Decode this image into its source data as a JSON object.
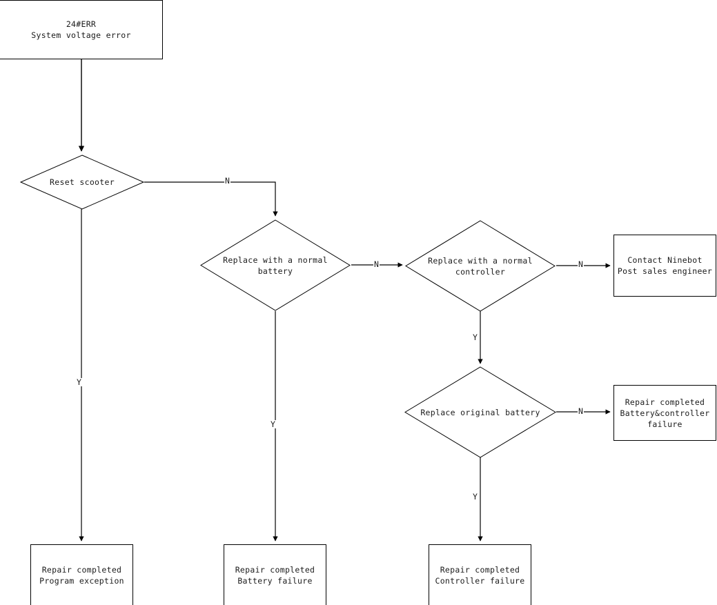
{
  "diagram": {
    "type": "flowchart",
    "title_node": "24#ERR",
    "nodes": [
      {
        "id": "err",
        "shape": "box",
        "text": "24#ERR\nSystem voltage error"
      },
      {
        "id": "reset",
        "shape": "diamond",
        "text": "Reset scooter"
      },
      {
        "id": "new_battery",
        "shape": "diamond",
        "text": "Replace with a normal\nbattery"
      },
      {
        "id": "new_controller",
        "shape": "diamond",
        "text": "Replace with a normal\ncontroller"
      },
      {
        "id": "orig_battery",
        "shape": "diamond",
        "text": "Replace original battery"
      },
      {
        "id": "contact",
        "shape": "box",
        "text": "Contact Ninebot\nPost sales engineer"
      },
      {
        "id": "batt_ctrl_failure",
        "shape": "box",
        "text": "Repair completed\nBattery&controller\nfailure"
      },
      {
        "id": "program_exception",
        "shape": "box",
        "text": "Repair completed\nProgram exception"
      },
      {
        "id": "battery_failure",
        "shape": "box",
        "text": "Repair completed\nBattery failure"
      },
      {
        "id": "controller_failure",
        "shape": "box",
        "text": "Repair completed\nController failure"
      }
    ],
    "edge_labels": {
      "reset_no": "N",
      "reset_yes": "Y",
      "new_battery_no": "N",
      "new_battery_yes": "Y",
      "new_controller_no": "N",
      "new_controller_yes": "Y",
      "orig_battery_no": "N",
      "orig_battery_yes": "Y"
    },
    "colors": {
      "stroke": "#000000",
      "background": "#ffffff",
      "text": "#1a1a1a"
    }
  }
}
